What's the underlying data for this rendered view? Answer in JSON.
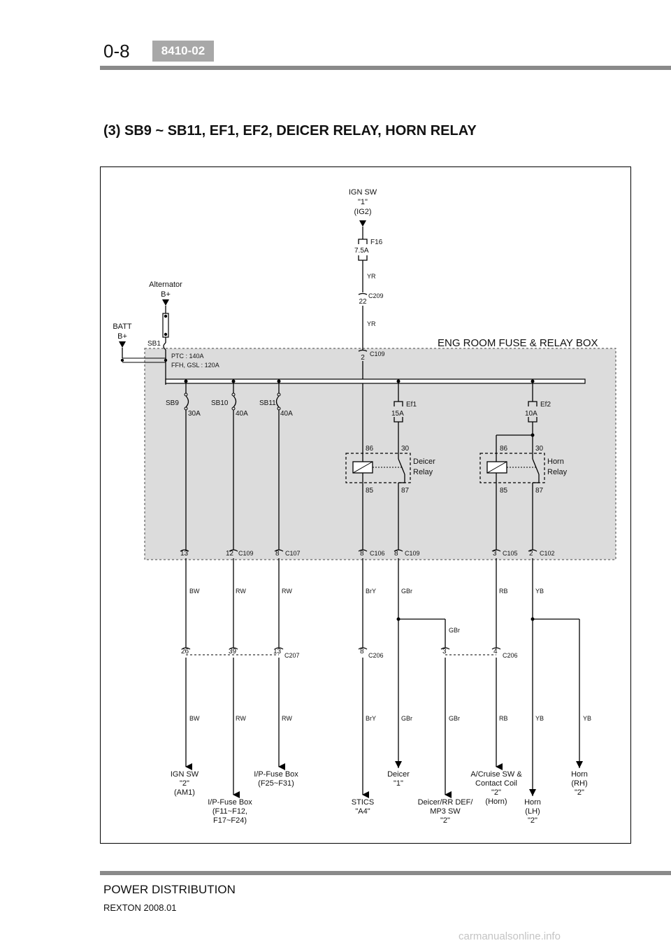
{
  "header": {
    "page_number": "0-8",
    "code": "8410-02"
  },
  "section_title": "(3) SB9 ~ SB11, EF1, EF2, DEICER RELAY, HORN RELAY",
  "footer": {
    "title": "POWER DISTRIBUTION",
    "subtitle": "REXTON 2008.01"
  },
  "watermark": "carmanualsonline.info",
  "diagram": {
    "box_title": "ENG ROOM FUSE & RELAY BOX",
    "ign_sw_top": [
      "IGN SW",
      "\"1\"",
      "(IG2)"
    ],
    "fuse_f16": {
      "name": "F16",
      "rating": "7.5A"
    },
    "alternator": [
      "Alternator",
      "B+"
    ],
    "batt": [
      "BATT",
      "B+"
    ],
    "sb1": "SB1",
    "ptc_lines": [
      "PTC : 140A",
      "FFH, GSL : 120A"
    ],
    "wire_yr": "YR",
    "conn_c209": {
      "pin": "22",
      "name": "C209"
    },
    "conn_c109_top": {
      "pin": "2",
      "name": "C109"
    },
    "fuses": [
      {
        "name": "SB9",
        "rating": "30A"
      },
      {
        "name": "SB10",
        "rating": "40A"
      },
      {
        "name": "SB11",
        "rating": "40A"
      },
      {
        "name": "Ef1",
        "rating": "15A"
      },
      {
        "name": "Ef2",
        "rating": "10A"
      }
    ],
    "relays": [
      {
        "name": [
          "Deicer",
          "Relay"
        ],
        "pins": [
          "86",
          "30",
          "85",
          "87"
        ]
      },
      {
        "name": [
          "Horn",
          "Relay"
        ],
        "pins": [
          "86",
          "30",
          "85",
          "87"
        ]
      }
    ],
    "box_connectors": [
      {
        "pin": "13",
        "name": ""
      },
      {
        "pin": "12",
        "name": "C109"
      },
      {
        "pin": "8",
        "name": "C107"
      },
      {
        "pin": "8",
        "name": "C106"
      },
      {
        "pin": "8",
        "name": "C109"
      },
      {
        "pin": "3",
        "name": "C105"
      },
      {
        "pin": "2",
        "name": "C102"
      }
    ],
    "wire_colors_upper": [
      "BW",
      "RW",
      "RW",
      "BrY",
      "GBr",
      "RB",
      "YB"
    ],
    "wire_gbr_branch": "GBr",
    "mid_connectors": [
      {
        "pin": "26",
        "name": ""
      },
      {
        "pin": "39",
        "name": ""
      },
      {
        "pin": "13",
        "name": "C207"
      },
      {
        "pin": "8",
        "name": "C206"
      },
      {
        "pin": "3",
        "name": ""
      },
      {
        "pin": "4",
        "name": "C206"
      }
    ],
    "wire_colors_lower": [
      "BW",
      "RW",
      "RW",
      "BrY",
      "GBr",
      "GBr",
      "RB",
      "YB",
      "YB"
    ],
    "destinations": [
      [
        "IGN SW",
        "\"2\"",
        "(AM1)"
      ],
      [
        "I/P-Fuse Box",
        "(F11~F12,",
        "F17~F24)"
      ],
      [
        "I/P-Fuse Box",
        "(F25~F31)"
      ],
      [
        "STICS",
        "\"A4\""
      ],
      [
        "Deicer",
        "\"1\""
      ],
      [
        "Deicer/RR DEF/",
        "MP3 SW",
        "\"2\""
      ],
      [
        "A/Cruise SW &",
        "Contact Coil",
        "\"2\"",
        "(Horn)"
      ],
      [
        "Horn",
        "(LH)",
        "\"2\""
      ],
      [
        "Horn",
        "(RH)",
        "\"2\""
      ]
    ]
  }
}
